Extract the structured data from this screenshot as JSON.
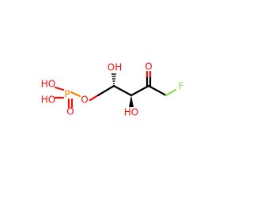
{
  "molecule": {
    "colors": {
      "carbon_bond": "#000000",
      "oxygen": "#ff0d0d",
      "phosphorus": "#ff8000",
      "fluorine": "#90e050"
    },
    "atoms": {
      "p1": "P",
      "o_p_ester": "O",
      "o_p_double": "O",
      "oh_p_top": "HO",
      "oh_p_bottom": "HO",
      "oh_c2": "OH",
      "oh_c3": "HO",
      "o_ketone": "O",
      "f1": "F"
    }
  }
}
